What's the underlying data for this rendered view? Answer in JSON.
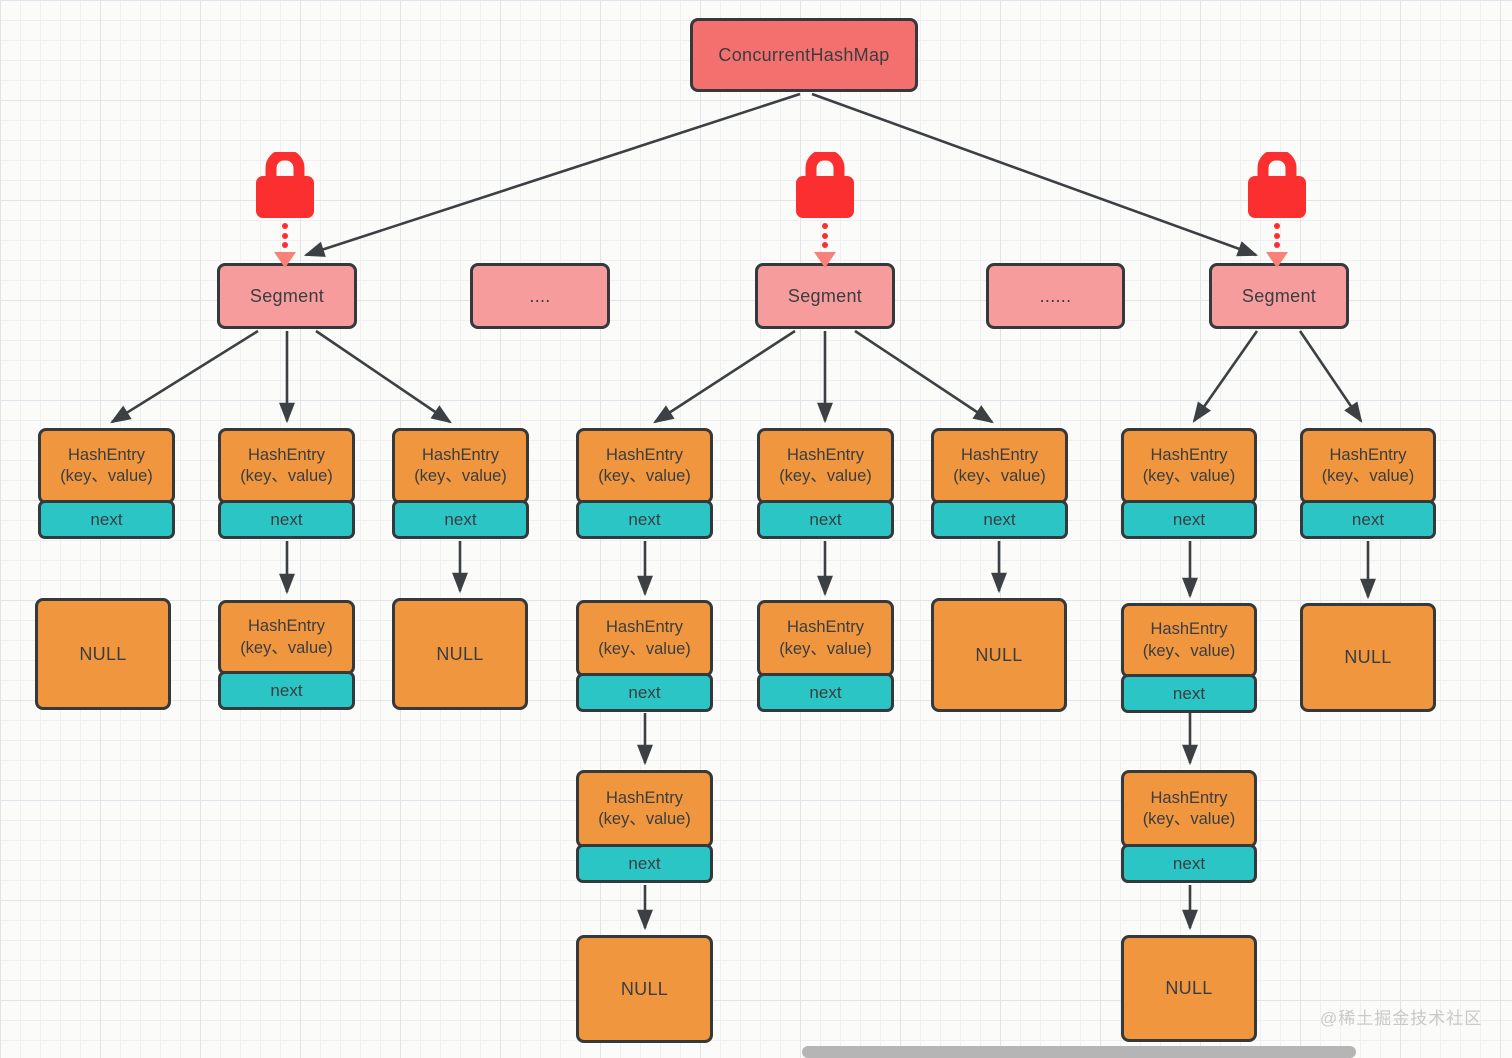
{
  "diagram": {
    "root": "ConcurrentHashMap",
    "segment_row": {
      "seg_left": "Segment",
      "ellipsis_left": "....",
      "seg_mid": "Segment",
      "ellipsis_right": "......",
      "seg_right": "Segment"
    },
    "hash_entry": {
      "title": "HashEntry",
      "subtitle": "(key、value)",
      "next": "next"
    },
    "null_label": "NULL"
  },
  "watermark": "@稀土掘金技术社区",
  "icons": {
    "lock": "lock-icon"
  },
  "colors": {
    "root_fill": "#f4706e",
    "segment_fill": "#f79c9c",
    "entry_fill": "#f0963e",
    "next_fill": "#2cc5c5",
    "lock_red": "#fb2f2f",
    "arrowhead_soft": "#f8827a",
    "border": "#36393c",
    "arrow": "#3c4043"
  }
}
